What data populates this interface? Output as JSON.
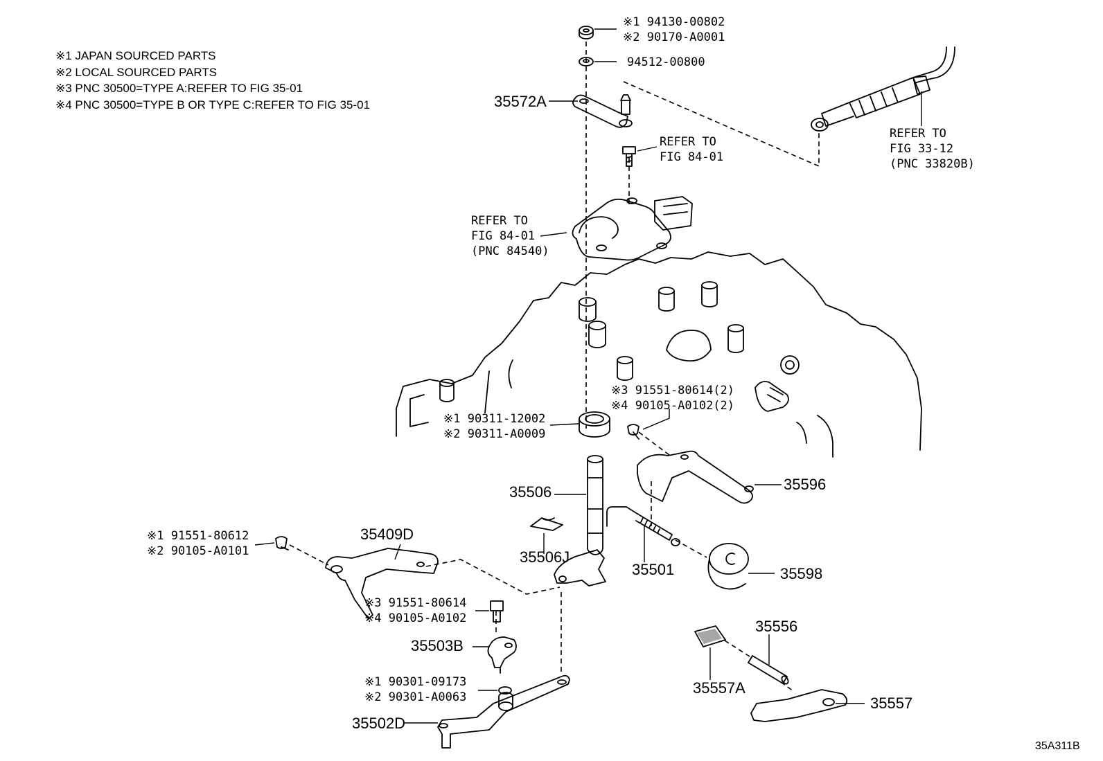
{
  "notes": [
    "※1 JAPAN SOURCED PARTS",
    "※2 LOCAL SOURCED PARTS",
    "※3 PNC 30500=TYPE A:REFER TO FIG 35-01",
    "※4 PNC 30500=TYPE B OR TYPE C:REFER TO FIG 35-01"
  ],
  "labels": {
    "nut_top_1": "※1 94130-00802",
    "nut_top_2": "※2 90170-A0001",
    "washer_top": "94512-00800",
    "p35572A": "35572A",
    "refer_bolt_1": "REFER TO",
    "refer_bolt_2": "FIG 84-01",
    "refer_switch_1": "REFER TO",
    "refer_switch_2": "FIG 84-01",
    "refer_switch_3": "(PNC 84540)",
    "refer_cable_1": "REFER TO",
    "refer_cable_2": "FIG 33-12",
    "refer_cable_3": "(PNC 33820B)",
    "bolt_r_1": "※3 91551-80614(2)",
    "bolt_r_2": "※4 90105-A0102(2)",
    "seal_1": "※1 90311-12002",
    "seal_2": "※2 90311-A0009",
    "p35596": "35596",
    "p35506": "35506",
    "p35409D": "35409D",
    "bolt_l_1": "※1 91551-80612",
    "bolt_l_2": "※2 90105-A0101",
    "p35506J": "35506J",
    "p35501": "35501",
    "p35598": "35598",
    "bolt_m_1": "※3 91551-80614",
    "bolt_m_2": "※4 90105-A0102",
    "p35503B": "35503B",
    "p35556": "35556",
    "oring_1": "※1 90301-09173",
    "oring_2": "※2 90301-A0063",
    "p35557A": "35557A",
    "p35557": "35557",
    "p35502D": "35502D",
    "fig_code": "35A311B"
  }
}
